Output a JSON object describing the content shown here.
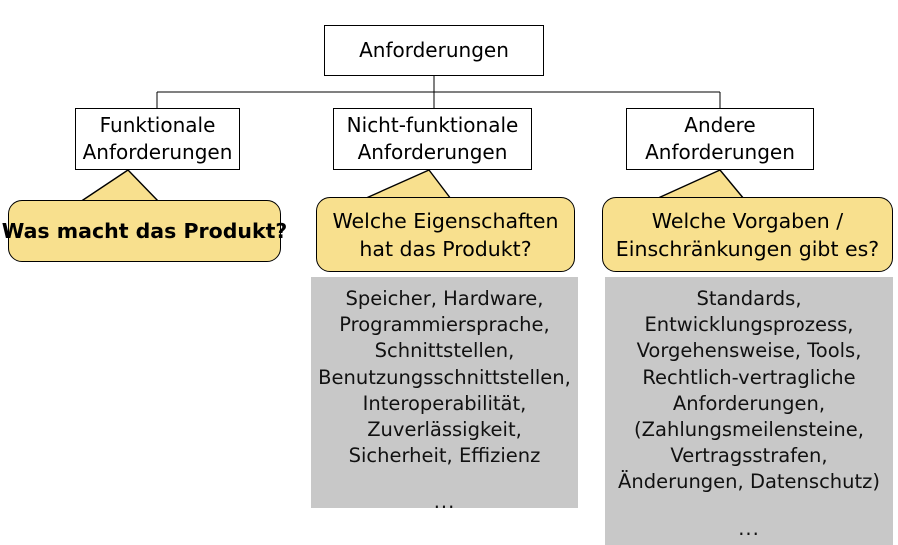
{
  "diagram": {
    "title": "Anforderungen",
    "root": {
      "label": "Anforderungen"
    },
    "branches": [
      {
        "id": "functional",
        "lines": [
          "Funktionale",
          "Anforderungen"
        ],
        "callout": {
          "lines": [
            "Was macht das Produkt?"
          ]
        },
        "details": null
      },
      {
        "id": "nonfunctional",
        "lines": [
          "Nicht-funktionale",
          "Anforderungen"
        ],
        "callout": {
          "lines": [
            "Welche Eigenschaften",
            "hat das Produkt?"
          ]
        },
        "details": {
          "lines": [
            "Speicher, Hardware,",
            "Programmiersprache,",
            "Schnittstellen,",
            "Benutzungsschnittstellen,",
            "Interoperabilität,",
            "Zuverlässigkeit,",
            "Sicherheit, Effizienz"
          ],
          "ellipsis": "..."
        }
      },
      {
        "id": "other",
        "lines": [
          "Andere",
          "Anforderungen"
        ],
        "callout": {
          "lines": [
            "Welche Vorgaben /",
            "Einschränkungen gibt es?"
          ]
        },
        "details": {
          "lines": [
            "Standards,",
            "Entwicklungsprozess,",
            "Vorgehensweise, Tools,",
            "Rechtlich-vertragliche",
            "Anforderungen,",
            "(Zahlungsmeilensteine,",
            "Vertragsstrafen,",
            "Änderungen, Datenschutz)"
          ],
          "ellipsis": "..."
        }
      }
    ],
    "colors": {
      "callout_fill": "#F8E08E",
      "panel_fill": "#C8C8C8",
      "node_fill": "#FFFFFF",
      "stroke": "#000000"
    }
  }
}
